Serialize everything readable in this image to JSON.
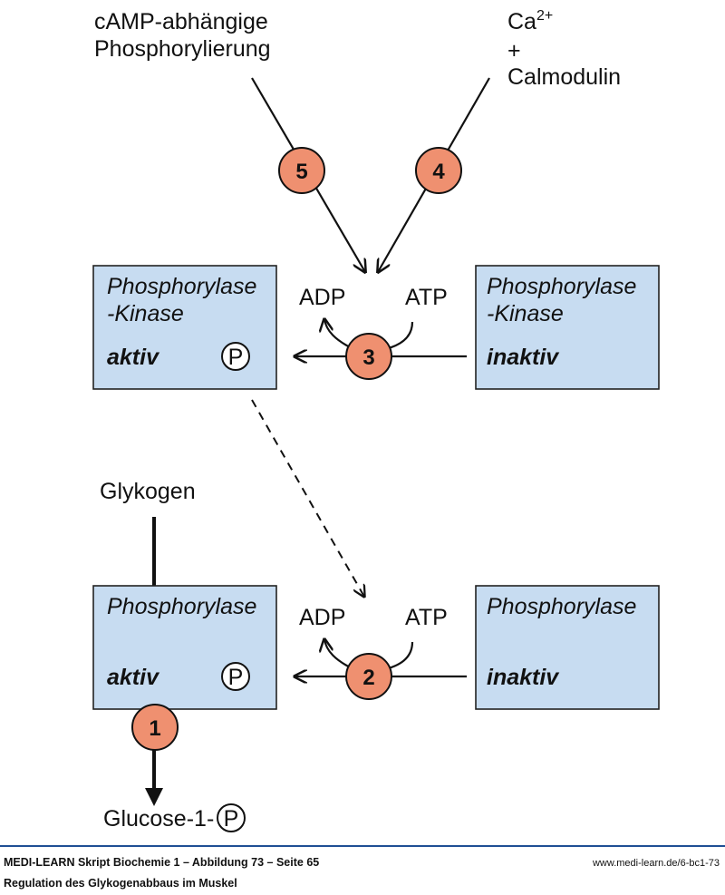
{
  "diagram": {
    "inputs": {
      "camp_line1": "cAMP-abhängige",
      "camp_line2": "Phosphorylierung",
      "ca": "Ca",
      "ca_sup": "2+",
      "plus": "+",
      "calmodulin": "Calmodulin"
    },
    "enzymes": [
      "1",
      "2",
      "3",
      "4",
      "5"
    ],
    "kinase_active": {
      "name1": "Phosphorylase",
      "name2": "-Kinase",
      "state": "aktiv",
      "phospho": "P"
    },
    "kinase_inactive": {
      "name1": "Phosphorylase",
      "name2": "-Kinase",
      "state": "inaktiv"
    },
    "phosphorylase_active": {
      "name": "Phosphorylase",
      "state": "aktiv",
      "phospho": "P"
    },
    "phosphorylase_inactive": {
      "name": "Phosphorylase",
      "state": "inaktiv"
    },
    "cofactors": {
      "adp": "ADP",
      "atp": "ATP"
    },
    "substrate": "Glykogen",
    "product": "Glucose-1-",
    "product_phospho": "P",
    "colors": {
      "box_fill": "#c7dcf1",
      "enzyme_fill": "#ef9070",
      "rule": "#1f4f94"
    }
  },
  "footer": {
    "source": "MEDI-LEARN Skript Biochemie 1 – Abbildung 73 – Seite 65",
    "url": "www.medi-learn.de/6-bc1-73",
    "caption": "Regulation des Glykogenabbaus im Muskel"
  }
}
